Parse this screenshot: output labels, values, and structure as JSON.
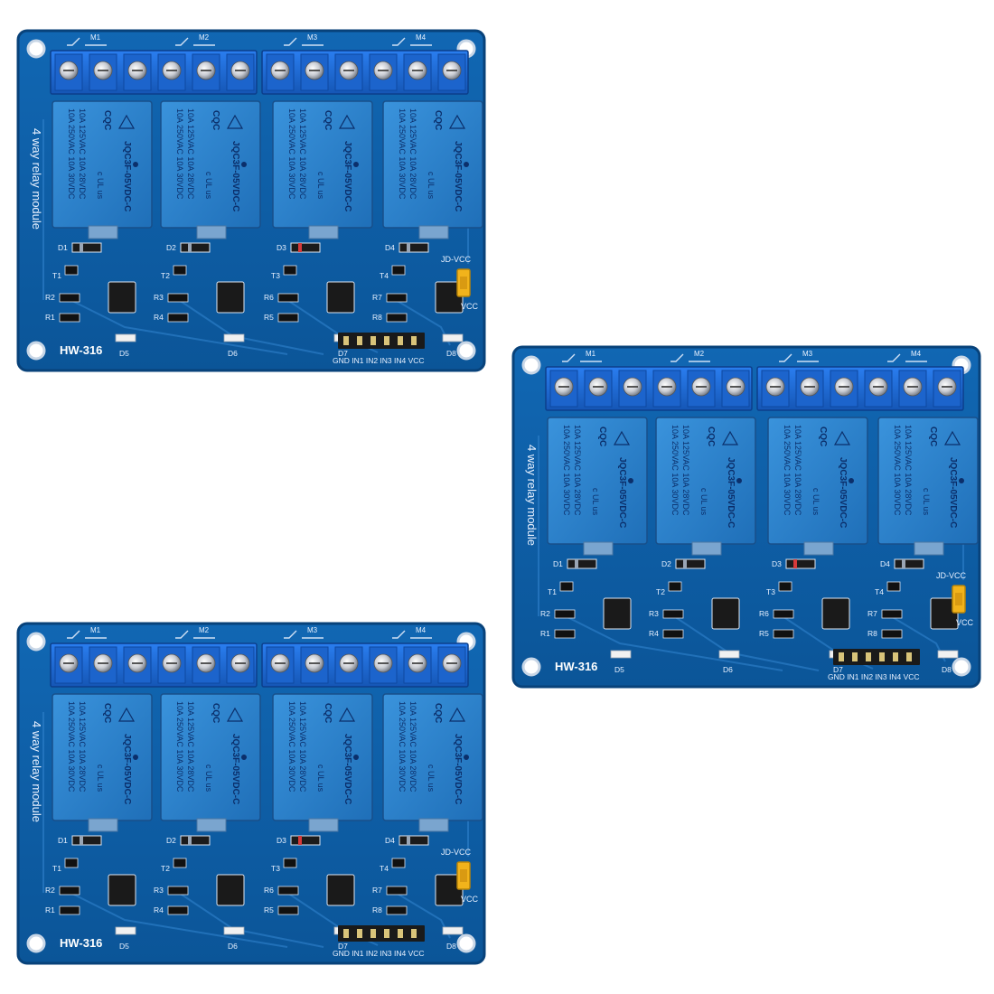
{
  "product": {
    "model": "HW-316",
    "module_text": "4 way relay module",
    "relay": {
      "part": "JQC3F-05VDC-C",
      "rating_lines": [
        "10A 250VAC 10A 30VDC",
        "10A 125VAC 10A 28VDC"
      ],
      "cqc_mark": "CQC",
      "ul_mark": "c UL us"
    },
    "terminal_labels": [
      "M1",
      "M2",
      "M3",
      "M4"
    ],
    "diode_labels": [
      "D1",
      "D2",
      "D3",
      "D4"
    ],
    "led_labels": [
      "D5",
      "D6",
      "D7",
      "D8"
    ],
    "transistor_labels": [
      "T1",
      "T2",
      "T3",
      "T4"
    ],
    "resistor_labels_top": [
      "R2",
      "R3",
      "R6",
      "R7"
    ],
    "resistor_labels_bottom": [
      "R1",
      "R4",
      "R5",
      "R8"
    ],
    "jumper_label_top": "JD-VCC",
    "jumper_label_bottom": "VCC",
    "header_pins": "GND IN1 IN2 IN3 IN4 VCC"
  },
  "colors": {
    "pcb": "#0d5fa6",
    "pcb_edge": "#0a4a86",
    "relay_body": "#2a7fc8",
    "terminal_block": "#1f6fd1",
    "jumper": "#f2b31b"
  }
}
